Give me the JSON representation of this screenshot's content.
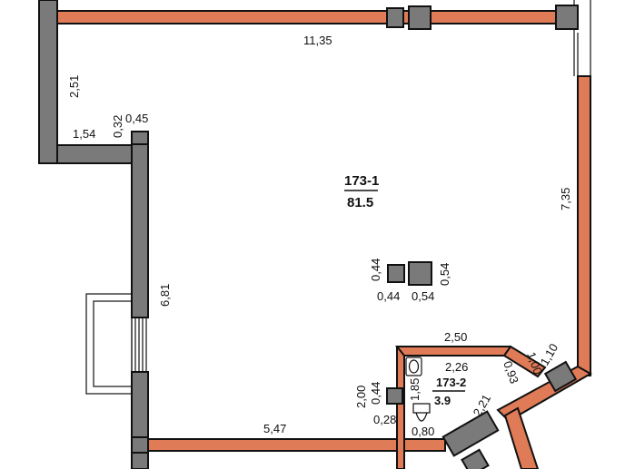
{
  "rooms": [
    {
      "id": "173-1",
      "area": "81.5"
    },
    {
      "id": "173-2",
      "area": "3.9"
    }
  ],
  "dimensions": {
    "top_wall": "11,35",
    "left_upper_wall": "2,51",
    "ledge": "1,54",
    "pier_a": "0,32",
    "pier_b": "0,45",
    "left_lower_wall": "6,81",
    "right_wall": "7,35",
    "bottom_wall": "5,47",
    "column_small_h": "0,44",
    "column_small_w": "0,44",
    "column_large_h": "0,54",
    "column_large_w": "0,54",
    "bath_top": "2,50",
    "bath_inner": "2,26",
    "bath_height": "2,00",
    "bath_inner_height": "1,85",
    "bath_col_h": "0,44",
    "bath_col_w": "0,28",
    "bath_opening": "0,80",
    "diag_inner": "0,93",
    "diag_small": "1,00",
    "diag_outer": "1,10",
    "diag_bottom": "2,21"
  },
  "colors": {
    "exterior_wall": "#e07b57",
    "interior_wall": "#7a7a7a",
    "outline": "#111111"
  }
}
